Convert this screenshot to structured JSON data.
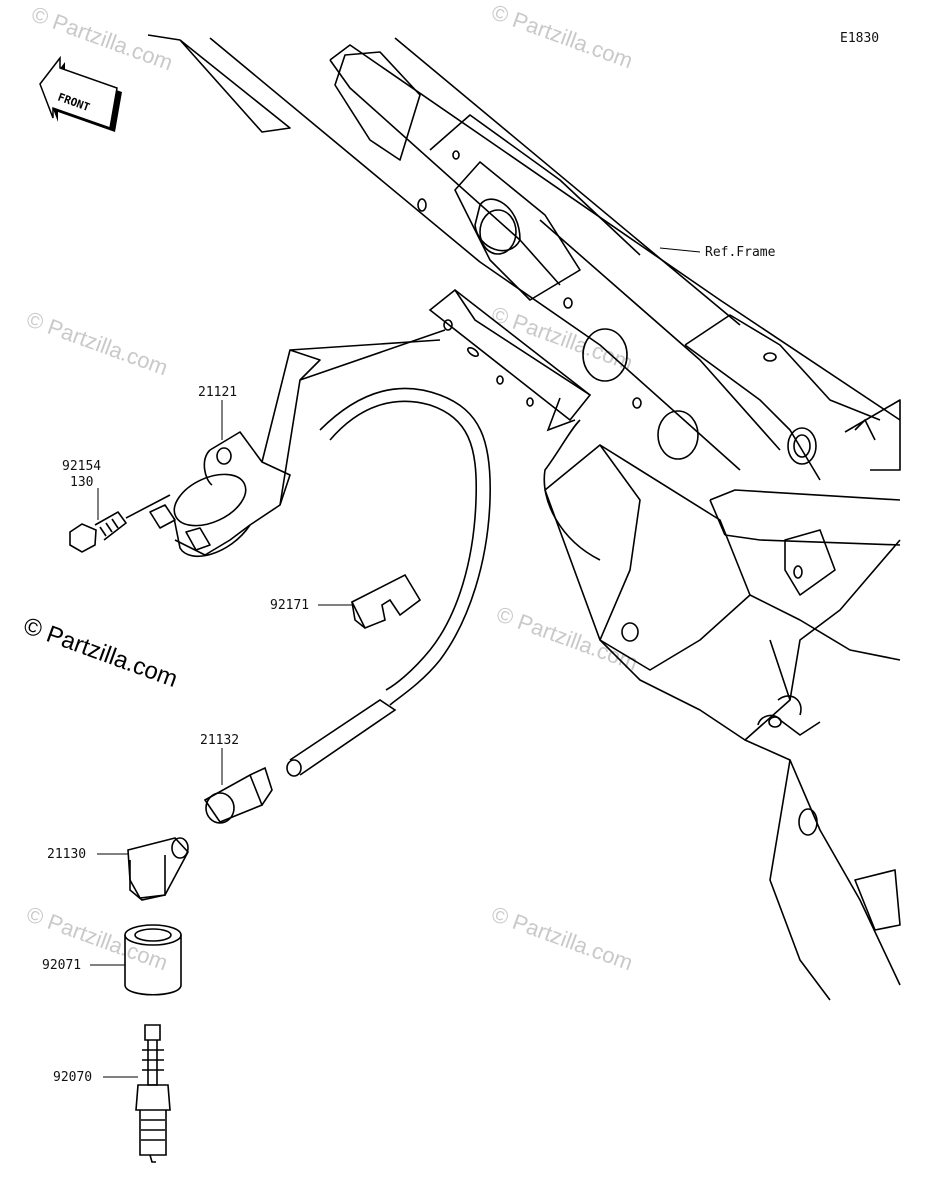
{
  "diagram_code": "E1830",
  "ref_label": "Ref.Frame",
  "front_label": "FRONT",
  "copyright": "© Partzilla.com",
  "watermark": "© Partzilla.com",
  "parts": [
    {
      "id": "21121",
      "line1": "21121"
    },
    {
      "id": "92154",
      "line1": "92154",
      "line2": "130"
    },
    {
      "id": "92171",
      "line1": "92171"
    },
    {
      "id": "21132",
      "line1": "21132"
    },
    {
      "id": "21130",
      "line1": "21130"
    },
    {
      "id": "92071",
      "line1": "92071"
    },
    {
      "id": "92070",
      "line1": "92070"
    }
  ],
  "colors": {
    "line": "#000000",
    "watermark": "#c9c9c9",
    "background": "#ffffff"
  }
}
